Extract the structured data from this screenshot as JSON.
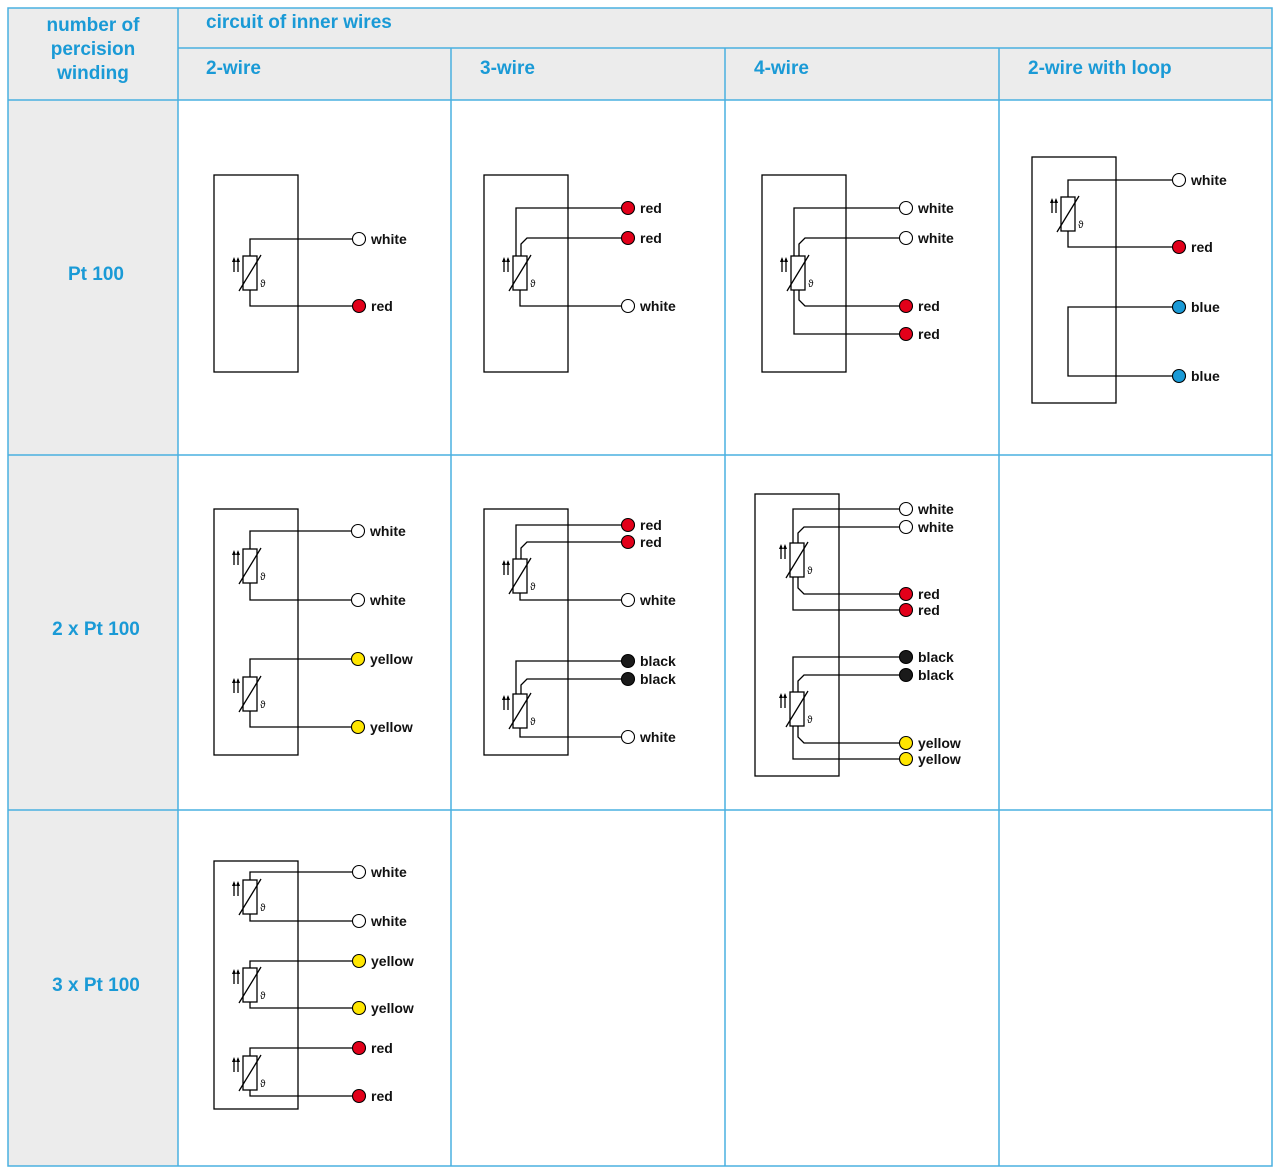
{
  "table": {
    "corner_header": [
      "number of",
      "percision",
      "winding"
    ],
    "group_header": "circuit of inner wires",
    "columns": [
      "2-wire",
      "3-wire",
      "4-wire",
      "2-wire with loop"
    ],
    "rows": [
      "Pt 100",
      "2 x Pt 100",
      "3 x Pt 100"
    ]
  },
  "colors": {
    "accent": "#1a9ad6",
    "grid": "#4ab0e0",
    "header_bg": "#ececec",
    "white": "#ffffff",
    "red": "#e2001a",
    "yellow": "#ffe600",
    "blue": "#1a9ad6",
    "black": "#1a1a1a"
  },
  "diagrams": [
    {
      "row": 0,
      "col": 0,
      "windings": [
        {
          "type": "2-wire",
          "wires": [
            "white",
            "red"
          ]
        }
      ]
    },
    {
      "row": 0,
      "col": 1,
      "windings": [
        {
          "type": "3-wire",
          "wires": [
            "red",
            "red",
            "white"
          ]
        }
      ]
    },
    {
      "row": 0,
      "col": 2,
      "windings": [
        {
          "type": "4-wire",
          "wires": [
            "white",
            "white",
            "red",
            "red"
          ]
        }
      ]
    },
    {
      "row": 0,
      "col": 3,
      "windings": [
        {
          "type": "2-wire with loop",
          "wires": [
            "white",
            "red",
            "blue",
            "blue"
          ]
        }
      ]
    },
    {
      "row": 1,
      "col": 0,
      "windings": [
        {
          "type": "2-wire",
          "wires": [
            "white",
            "white"
          ]
        },
        {
          "type": "2-wire",
          "wires": [
            "yellow",
            "yellow"
          ]
        }
      ]
    },
    {
      "row": 1,
      "col": 1,
      "windings": [
        {
          "type": "3-wire",
          "wires": [
            "red",
            "red",
            "white"
          ]
        },
        {
          "type": "3-wire",
          "wires": [
            "black",
            "black",
            "white"
          ]
        }
      ]
    },
    {
      "row": 1,
      "col": 2,
      "windings": [
        {
          "type": "4-wire",
          "wires": [
            "white",
            "white",
            "red",
            "red"
          ]
        },
        {
          "type": "4-wire",
          "wires": [
            "black",
            "black",
            "yellow",
            "yellow"
          ]
        }
      ]
    },
    {
      "row": 2,
      "col": 0,
      "windings": [
        {
          "type": "2-wire",
          "wires": [
            "white",
            "white"
          ]
        },
        {
          "type": "2-wire",
          "wires": [
            "yellow",
            "yellow"
          ]
        },
        {
          "type": "2-wire",
          "wires": [
            "red",
            "red"
          ]
        }
      ]
    }
  ]
}
